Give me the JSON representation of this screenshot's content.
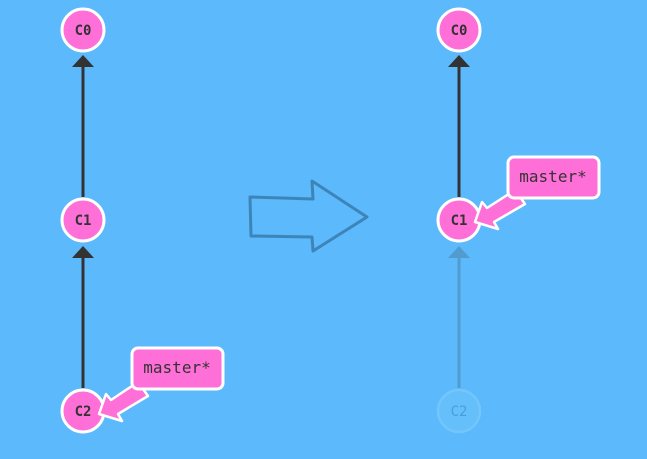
{
  "colors": {
    "background": "#5cb9fc",
    "commit_fill": "#ff6fd8",
    "commit_stroke": "#ffffff",
    "edge": "#333333",
    "branch_fill": "#ff6fd8",
    "branch_stroke": "#ffffff",
    "transition_arrow": "#3a7fb0"
  },
  "before": {
    "commits": [
      {
        "id": "C0",
        "label": "C0"
      },
      {
        "id": "C1",
        "label": "C1"
      },
      {
        "id": "C2",
        "label": "C2"
      }
    ],
    "branch": {
      "label": "master*",
      "target": "C2"
    }
  },
  "after": {
    "commits": [
      {
        "id": "C0",
        "label": "C0"
      },
      {
        "id": "C1",
        "label": "C1"
      },
      {
        "id": "C2",
        "label": "C2",
        "faded": true
      }
    ],
    "branch": {
      "label": "master*",
      "target": "C1"
    }
  },
  "transition_icon": "right-arrow-outline-icon"
}
